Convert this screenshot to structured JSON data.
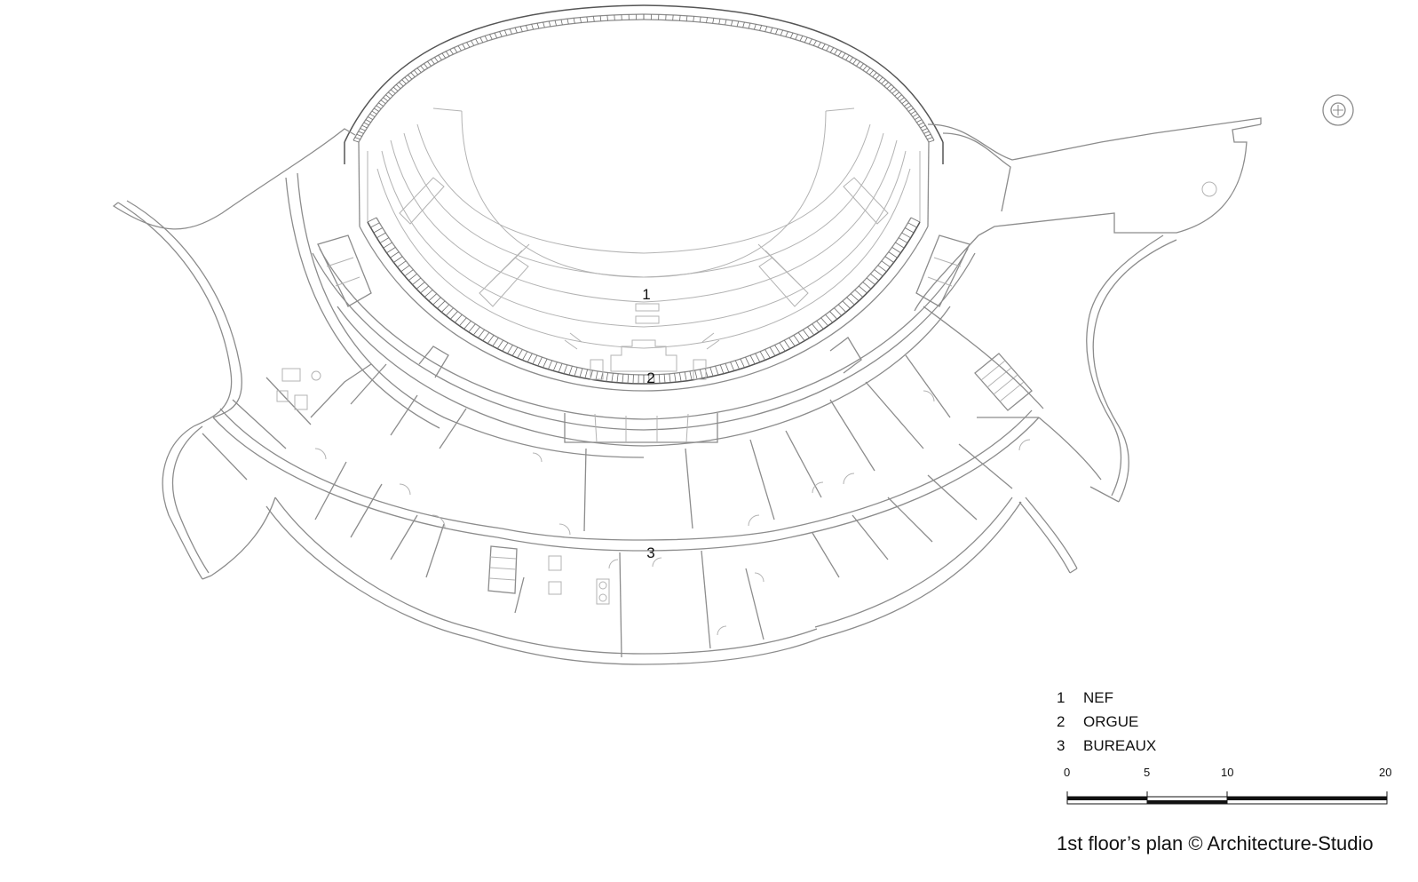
{
  "labels": {
    "nef": "1",
    "orgue": "2",
    "bureaux": "3"
  },
  "legend": [
    {
      "num": "1",
      "text": "NEF"
    },
    {
      "num": "2",
      "text": "ORGUE"
    },
    {
      "num": "3",
      "text": "BUREAUX"
    }
  ],
  "scale": {
    "ticks": [
      "0",
      "5",
      "10",
      "20"
    ]
  },
  "caption": "1st floor’s plan © Architecture-Studio"
}
